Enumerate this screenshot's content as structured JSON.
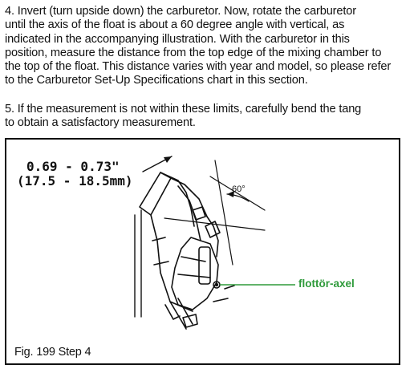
{
  "instructions": {
    "step4_text": "4. Invert (turn upside down) the carburetor. Now, rotate the carburetor\nuntil the axis of the float is about a 60 degree angle with vertical, as\nindicated in the accompanying illustration. With the carburetor in this\nposition, measure the distance from the top edge of the mixing chamber to\nthe top of the float. This distance varies with year and model, so please refer\nto the Carburetor Set-Up Specifications chart in this section.",
    "step5_text": "5. If the measurement is not within these limits, carefully bend the tang\nto obtain a satisfactory measurement."
  },
  "figure": {
    "dimension_inches": "0.69 - 0.73\"",
    "dimension_mm": "(17.5 - 18.5mm)",
    "angle_label": "60°",
    "callout_label": "flottör-axel",
    "callout_color": "#2e9a3a",
    "caption": "Fig. 199 Step 4"
  }
}
